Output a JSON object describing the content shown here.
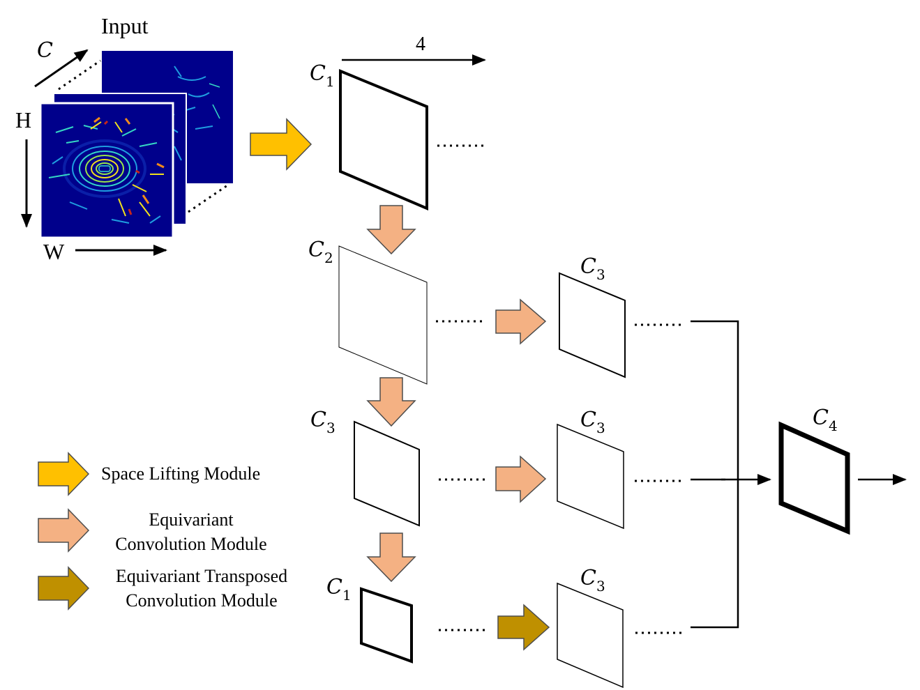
{
  "input": {
    "title": "Input",
    "axis_c": "C",
    "axis_h": "H",
    "axis_w": "W",
    "heatmap_colors": [
      "#00008b",
      "#0a1fa8",
      "#1f9ee0",
      "#35d8c4",
      "#9ae64a",
      "#f2e21c",
      "#f08a1a",
      "#c6261a"
    ]
  },
  "top_step_label": "4",
  "features": {
    "f1": {
      "sym": "C",
      "sub": "1"
    },
    "f2": {
      "sym": "C",
      "sub": "2"
    },
    "f3": {
      "sym": "C",
      "sub": "3"
    },
    "f4": {
      "sym": "C",
      "sub": "1"
    },
    "r1": {
      "sym": "C",
      "sub": "3"
    },
    "r2": {
      "sym": "C",
      "sub": "3"
    },
    "r3": {
      "sym": "C",
      "sub": "3"
    },
    "out": {
      "sym": "C",
      "sub": "4"
    }
  },
  "legend": {
    "space_lifting": "Space Lifting Module",
    "equiv_conv_line1": "Equivariant",
    "equiv_conv_line2": "Convolution Module",
    "equiv_trans_line1": "Equivariant Transposed",
    "equiv_trans_line2": "Convolution Module"
  },
  "colors": {
    "space_lifting": "#ffc000",
    "equivariant_conv": "#f4b183",
    "equivariant_transposed": "#bf9000"
  }
}
